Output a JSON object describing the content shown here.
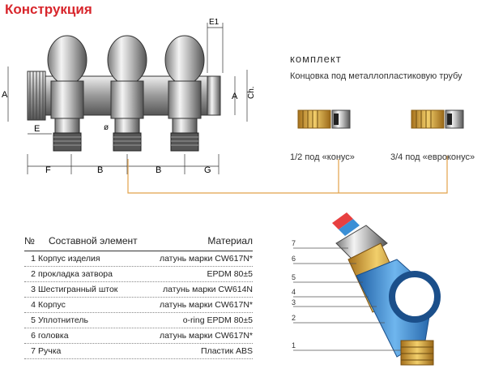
{
  "title": "Конструкция",
  "kit": {
    "heading": "комплект",
    "description": "Концовка под металлопластиковую трубу",
    "fittings": [
      {
        "label": "1/2 под «конус»"
      },
      {
        "label": "3/4 под «евроконус»"
      }
    ]
  },
  "dimensions": {
    "a": "A",
    "e": "E",
    "e1": "E1",
    "f": "F",
    "b": "B",
    "g": "G",
    "ch": "Ch.",
    "diam": "ø"
  },
  "table": {
    "headers": {
      "num": "№",
      "part": "Составной элемент",
      "material": "Материал"
    },
    "rows": [
      {
        "num": "1",
        "part": "Корпус изделия",
        "material": "латунь марки CW617N*"
      },
      {
        "num": "2",
        "part": "прокладка затвора",
        "material": "EPDM 80±5"
      },
      {
        "num": "3",
        "part": "Шестигранный шток",
        "material": "латунь марки CW614N"
      },
      {
        "num": "4",
        "part": "Корпус",
        "material": "латунь марки CW617N*"
      },
      {
        "num": "5",
        "part": "Уплотнитель",
        "material": "o-ring EPDM 80±5"
      },
      {
        "num": "6",
        "part": "головка",
        "material": "латунь марки CW617N*"
      },
      {
        "num": "7",
        "part": "Ручка",
        "material": "Пластик ABS"
      }
    ]
  },
  "callouts": [
    "7",
    "6",
    "5",
    "4",
    "3",
    "2",
    "1"
  ],
  "colors": {
    "title": "#d8262c",
    "brass": "#d9a640",
    "blue": "#3a8fd6",
    "orange": "#e2a24a"
  }
}
